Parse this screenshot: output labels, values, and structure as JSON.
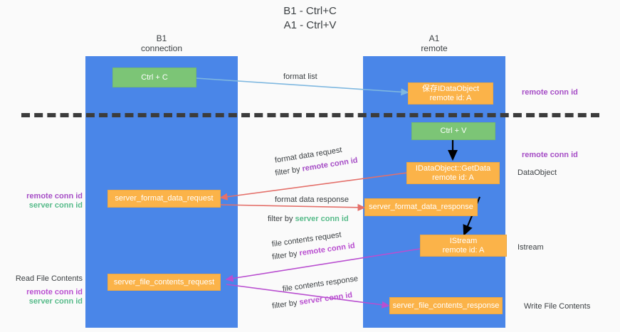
{
  "title": "B1 - Ctrl+C\nA1 - Ctrl+V",
  "columns": [
    {
      "name": "B1",
      "role": "connection",
      "label": "B1\nconnection"
    },
    {
      "name": "A1",
      "role": "remote",
      "label": "A1\nremote"
    }
  ],
  "nodes": {
    "ctrl_c": "Ctrl + C",
    "save_idataobject": "保存IDataObject\nremote id: A",
    "ctrl_v": "Ctrl + V",
    "getdata": "IDataObject::GetData\nremote id: A",
    "server_format_data_request": "server_format_data_request",
    "server_format_data_response": "server_format_data_response",
    "istream": "IStream\nremote id: A",
    "server_file_contents_request": "server_file_contents_request",
    "server_file_contents_response": "server_file_contents_response"
  },
  "edge_labels": {
    "format_list": "format list",
    "format_data_request": "format data request",
    "format_data_request_filter_prefix": "filter by ",
    "format_data_request_filter_key": "remote conn id",
    "format_data_response": "format data response",
    "format_data_response_filter_prefix": "filter by ",
    "format_data_response_filter_key": "server conn id",
    "file_contents_request": "file contents request",
    "file_contents_request_filter_prefix": "filter by ",
    "file_contents_request_filter_key": "remote conn id",
    "file_contents_response": "file contents response",
    "file_contents_response_filter_prefix": "filter by ",
    "file_contents_response_filter_key": "server conn id"
  },
  "annotations": {
    "right_remote_conn_id_top": "remote conn id",
    "right_remote_conn_id_mid": "remote conn id",
    "right_dataobject": "DataObject",
    "right_istream": "Istream",
    "right_write_file_contents": "Write File Contents",
    "left_remote_conn_id_mid": "remote conn id",
    "left_server_conn_id_mid": "server conn id",
    "left_read_file_contents": "Read File Contents",
    "left_remote_conn_id_bot": "remote conn id",
    "left_server_conn_id_bot": "server conn id"
  },
  "colors": {
    "lane": "#4a86e8",
    "node_green": "#7cc576",
    "node_orange": "#fbb349",
    "accent_purple": "#a64ec6",
    "accent_green": "#57bb8a",
    "accent_magenta": "#b94fd0",
    "arrow_blue": "#7fb8e0",
    "arrow_red": "#e4706a",
    "arrow_black": "#000000",
    "divider": "#3c3c3c",
    "background": "#fafafa"
  }
}
